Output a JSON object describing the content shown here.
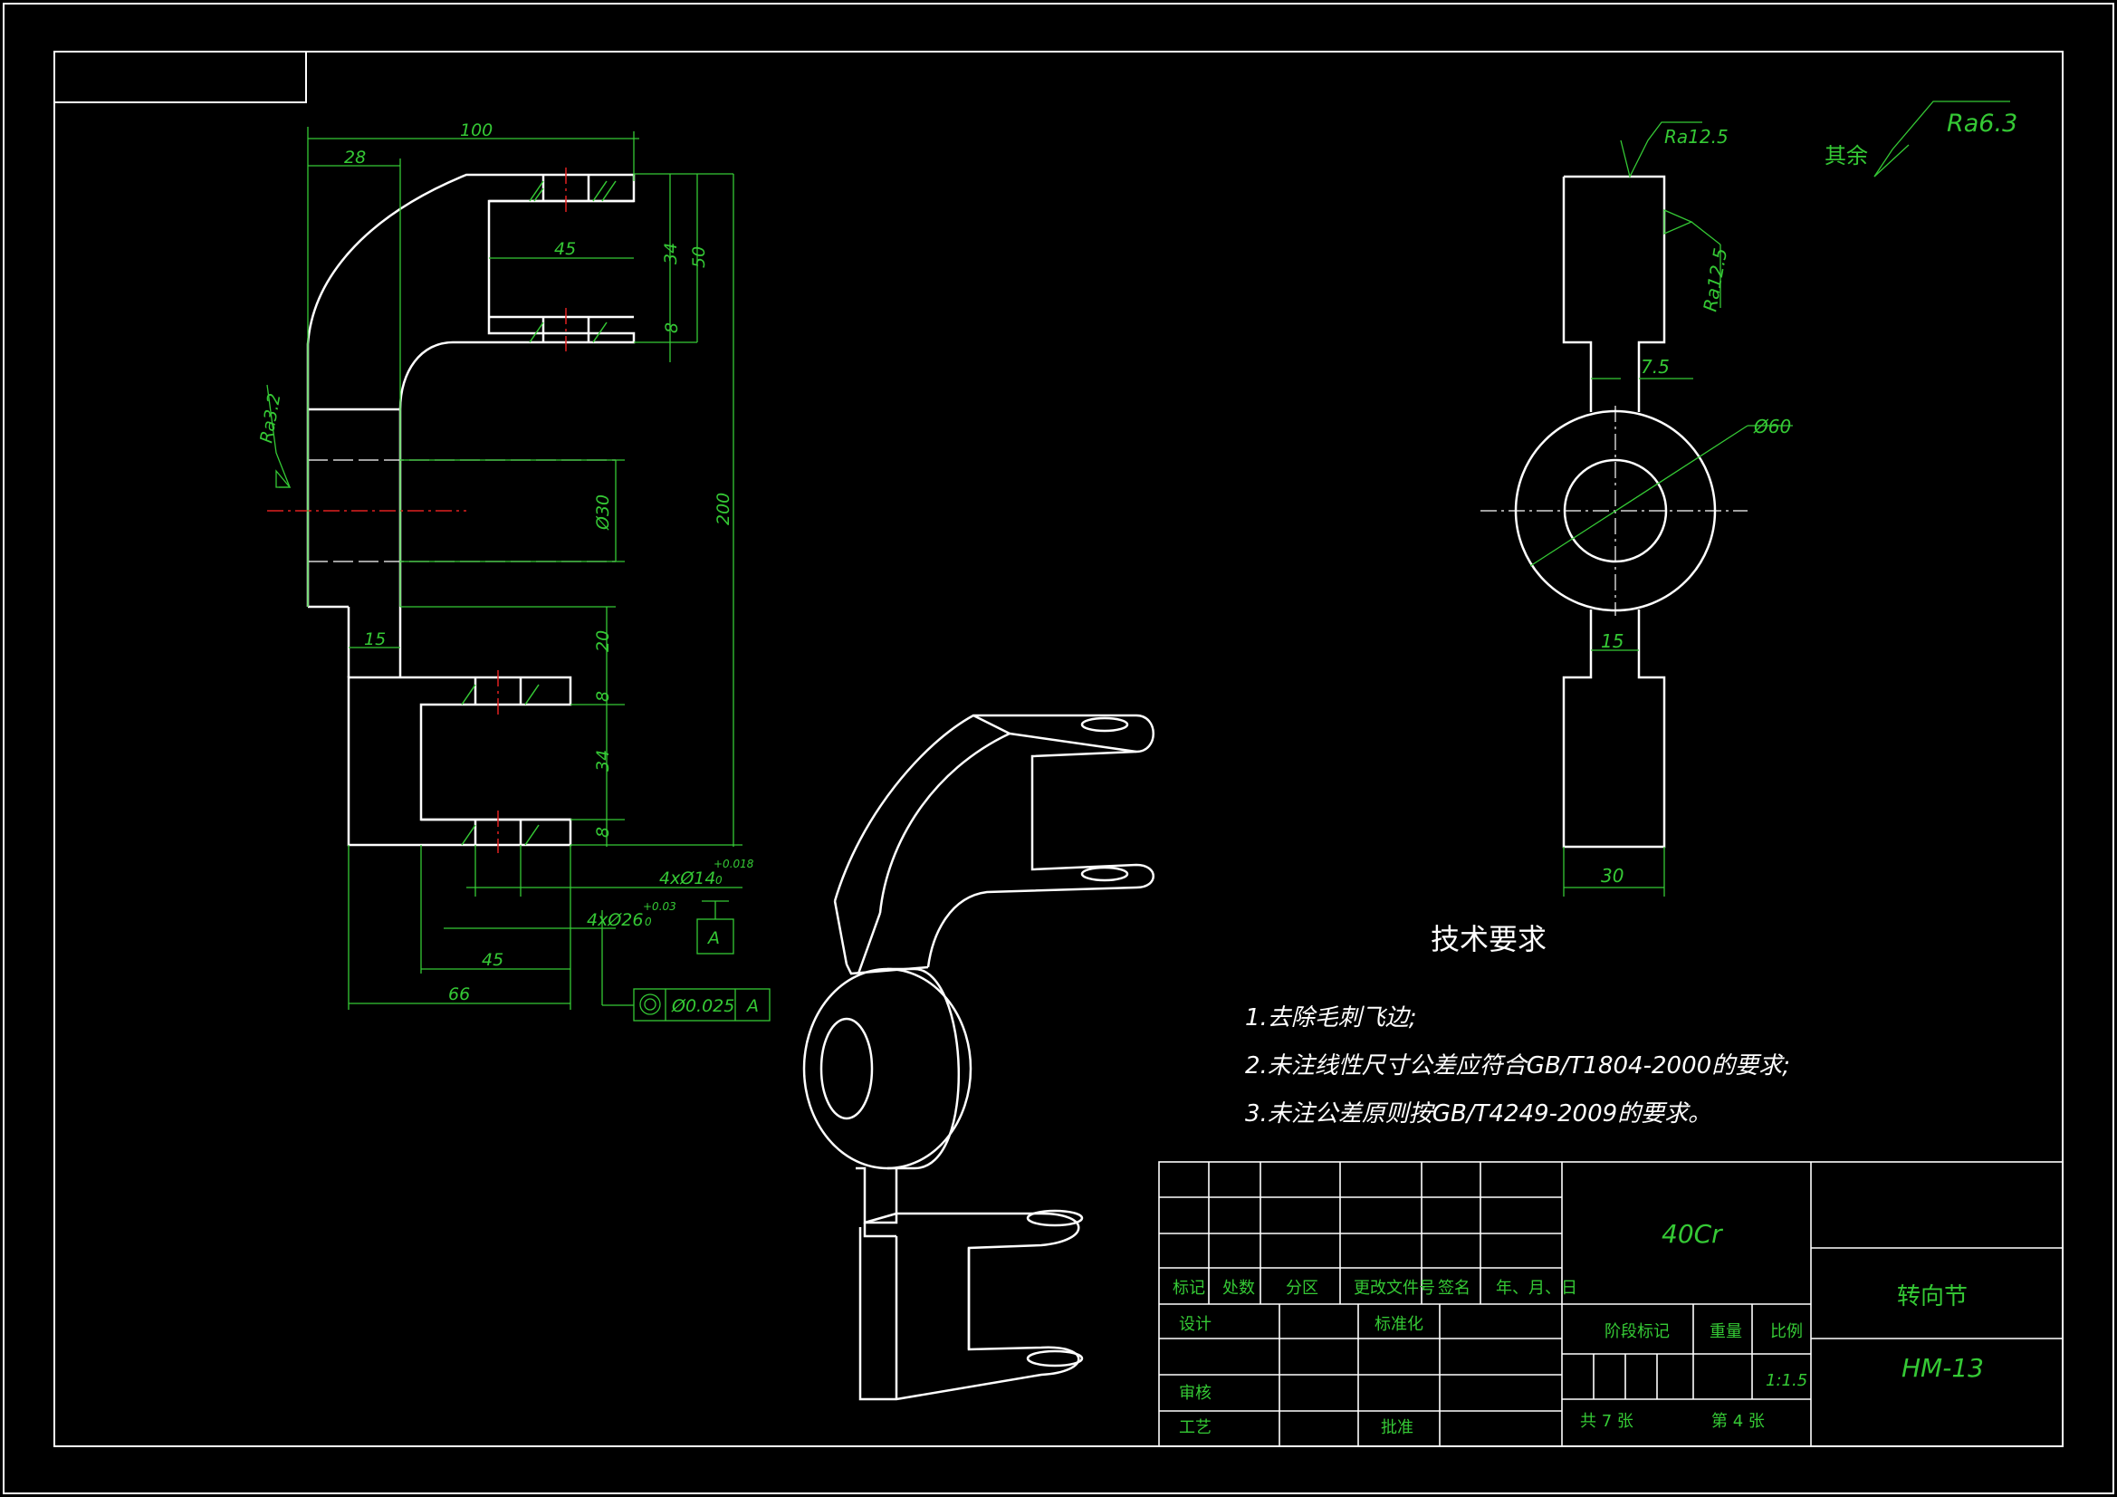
{
  "drawing": {
    "part_name": "转向节",
    "drawing_no": "HM-13",
    "material": "40Cr",
    "scale": "1:1.5",
    "sheet_total": "共 7 张",
    "sheet_no": "第 4 张"
  },
  "surface_finish": {
    "general_prefix": "其余",
    "general_value": "Ra6.3",
    "top": "Ra12.5",
    "right": "Ra12.5",
    "left": "Ra3.2"
  },
  "dimensions": {
    "front": [
      "100",
      "28",
      "45",
      "34",
      "50",
      "8",
      "200",
      "Ø30",
      "15",
      "20",
      "8",
      "34",
      "8",
      "45",
      "66"
    ],
    "hole_small": "4xØ14",
    "hole_small_tol": "+0.018",
    "hole_small_tol_low": "0",
    "hole_large": "4xØ26",
    "hole_large_tol": "+0.03",
    "hole_large_tol_low": "0",
    "datum": "A",
    "concentricity": "Ø0.025",
    "side": {
      "top": "7.5",
      "diameter": "Ø60",
      "bottom": "15",
      "width": "30"
    }
  },
  "tech_requirements": {
    "title": "技术要求",
    "items": [
      "1.去除毛刺飞边;",
      "2.未注线性尺寸公差应符合GB/T1804-2000的要求;",
      "3.未注公差原则按GB/T4249-2009的要求。"
    ]
  },
  "title_block": {
    "headers": [
      "标记",
      "处数",
      "分区",
      "更改文件号",
      "签名",
      "年、月、日"
    ],
    "design": "设计",
    "standardize": "标准化",
    "review": "审核",
    "process": "工艺",
    "approve": "批准",
    "stage_mark": "阶段标记",
    "weight": "重量",
    "scale_label": "比例"
  }
}
